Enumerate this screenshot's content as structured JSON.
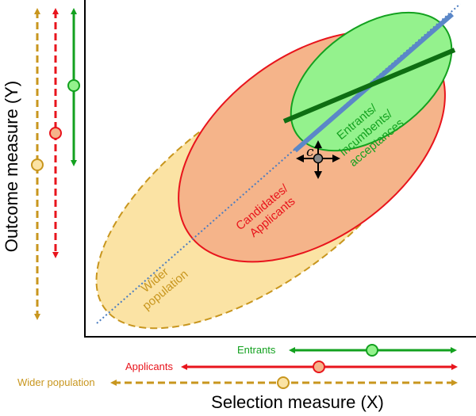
{
  "axes": {
    "x_title": "Selection measure (X)",
    "y_title": "Outcome measure (Y)"
  },
  "regions": {
    "wider": {
      "line1": "Wider",
      "line2": "population",
      "color": "#c8961e",
      "fill": "#fbe3a4"
    },
    "applicants": {
      "line1": "Candidates/",
      "line2": "Applicants",
      "color": "#e8141c",
      "fill": "#f5b48a"
    },
    "entrants": {
      "line1": "Entrants/",
      "line2": "incumbents/",
      "line3": "acceptances",
      "color": "#13a11f",
      "fill": "#94f28d"
    }
  },
  "cutoff": {
    "symbol": "c"
  },
  "ranges": {
    "entrants": "Entrants",
    "applicants": "Applicants",
    "wider": "Wider population"
  },
  "colors": {
    "diagonal": "#4a7cc0",
    "population_line": "#5b87c8",
    "entrant_line": "#0e6e12"
  }
}
